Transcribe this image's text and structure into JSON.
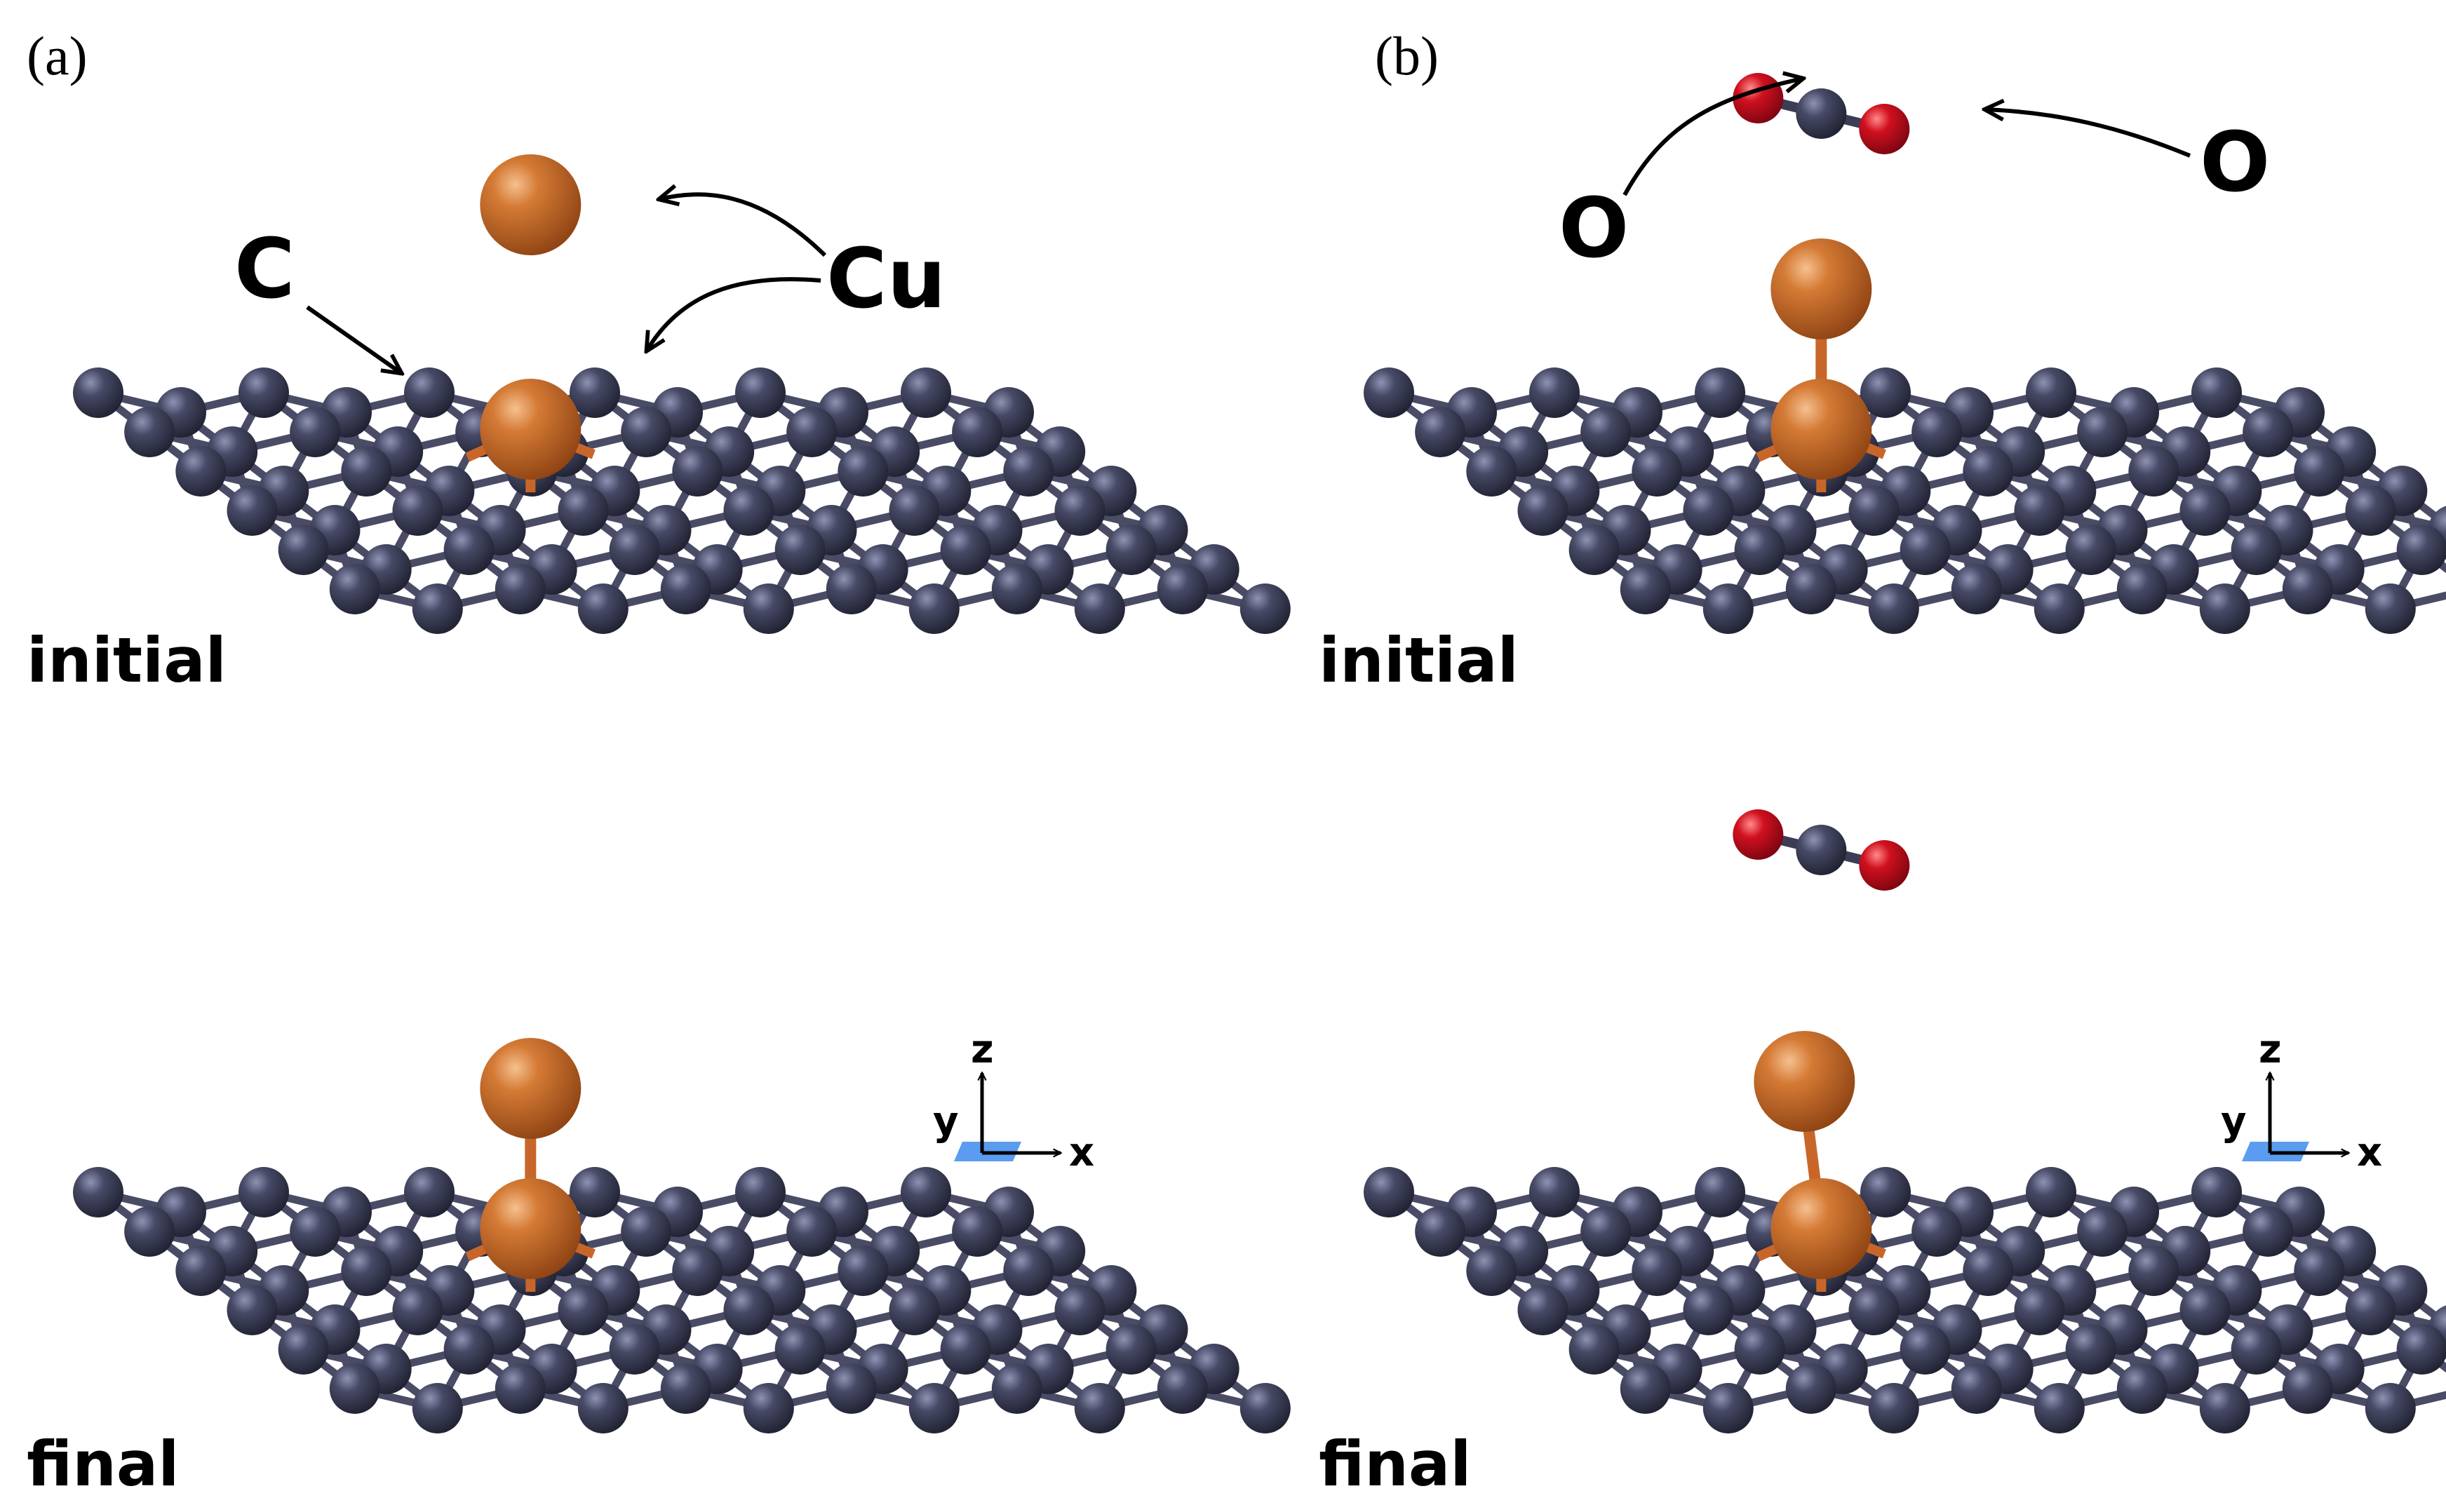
{
  "panels": [
    {
      "id": "a",
      "label": "(a)",
      "states": [
        {
          "label": "initial",
          "adsorbate": "cu_dimer_detached",
          "annotations": [
            "C",
            "Cu"
          ]
        },
        {
          "label": "final",
          "adsorbate": "cu_dimer_vertical"
        }
      ]
    },
    {
      "id": "b",
      "label": "(b)",
      "states": [
        {
          "label": "initial",
          "adsorbate": "cu_dimer_vertical_with_co2",
          "annotations": [
            "O",
            "O"
          ]
        },
        {
          "label": "final",
          "adsorbate": "cu_dimer_tilted_with_co2_away"
        }
      ]
    }
  ],
  "annotations": {
    "carbon": "C",
    "copper": "Cu",
    "oxygen_left": "O",
    "oxygen_right": "O"
  },
  "axes_triad": {
    "z": "z",
    "y": "y",
    "x": "x"
  },
  "colors": {
    "carbon": "#3b3d55",
    "copper": "#c8662a",
    "oxygen": "#c2101e",
    "bond_carbon": "#4a4c66",
    "bond_copper": "#c8662a",
    "triad_plane": "#5b9cf0",
    "text": "#000000"
  }
}
